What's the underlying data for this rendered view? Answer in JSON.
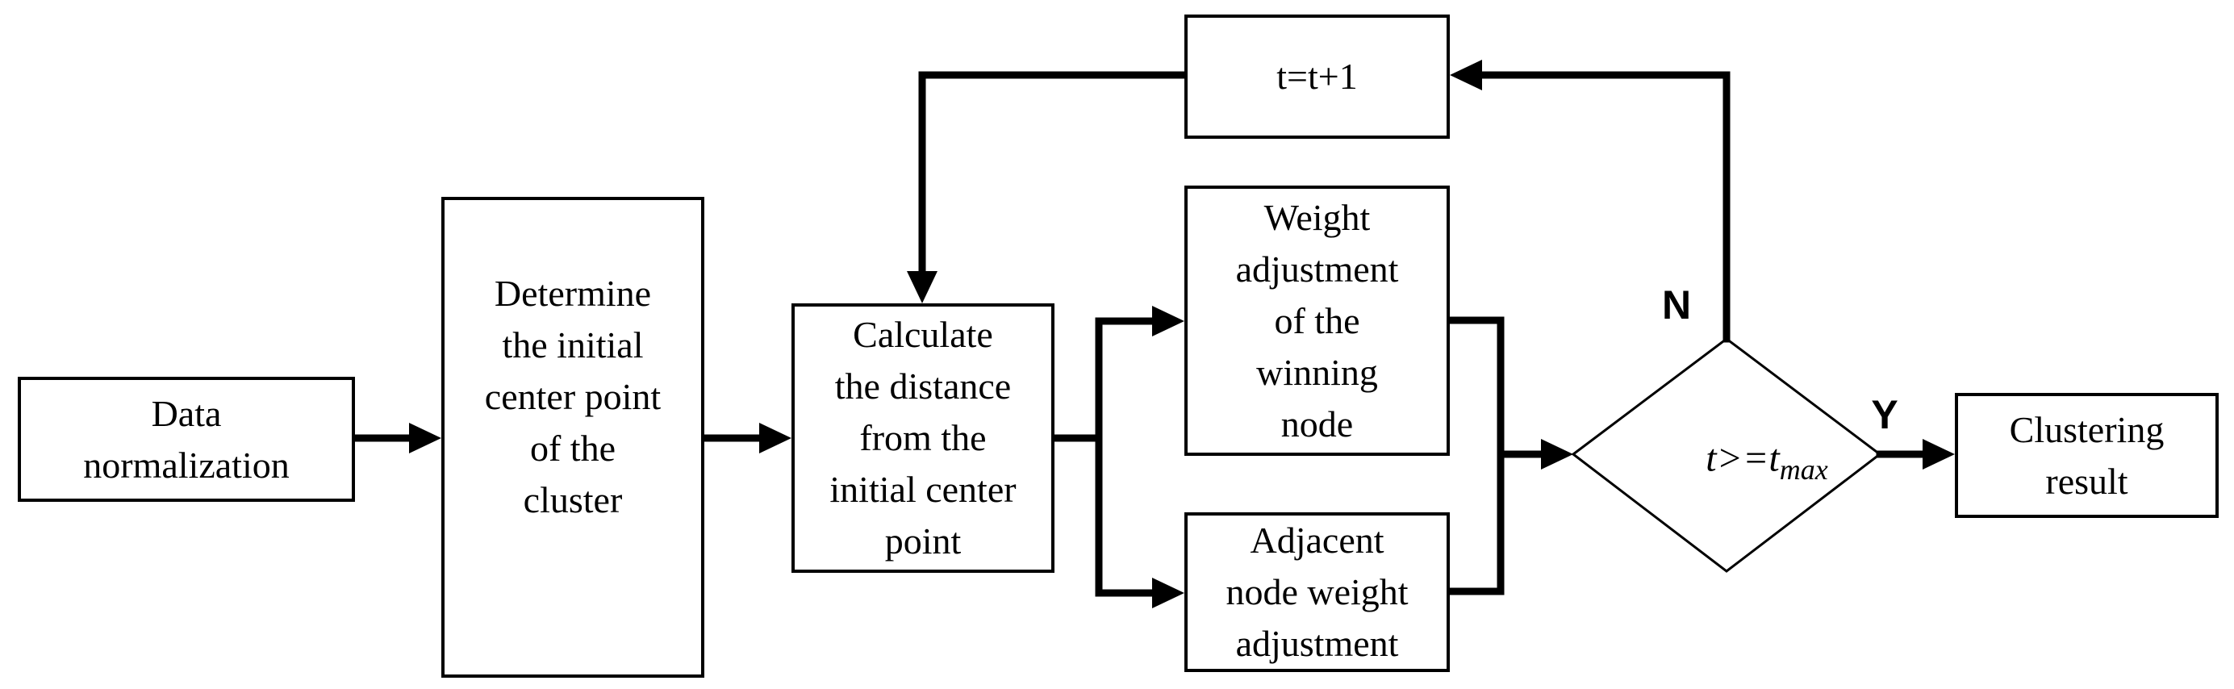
{
  "diagram": {
    "background_color": "#ffffff",
    "stroke_color": "#000000",
    "nodes": {
      "data_normalization": {
        "shape": "rect",
        "label": "Data\nnormalization"
      },
      "determine_initial_center": {
        "shape": "rect",
        "label": "Determine\nthe initial\ncenter point\nof the\ncluster"
      },
      "calculate_distance": {
        "shape": "rect",
        "label": "Calculate\nthe distance\nfrom the\ninitial center\npoint"
      },
      "increment_iteration": {
        "shape": "rect",
        "label": "t=t+1"
      },
      "weight_adjustment_winning": {
        "shape": "rect",
        "label": "Weight\nadjustment\nof the\nwinning\nnode"
      },
      "adjacent_node_adjustment": {
        "shape": "rect",
        "label": "Adjacent\nnode weight\nadjustment"
      },
      "decision_max_iterations": {
        "shape": "diamond",
        "label_main": "t>=t",
        "label_subscript": "max"
      },
      "clustering_result": {
        "shape": "rect",
        "label": "Clustering\nresult"
      }
    },
    "edge_labels": {
      "decision_no": "N",
      "decision_yes": "Y"
    }
  }
}
